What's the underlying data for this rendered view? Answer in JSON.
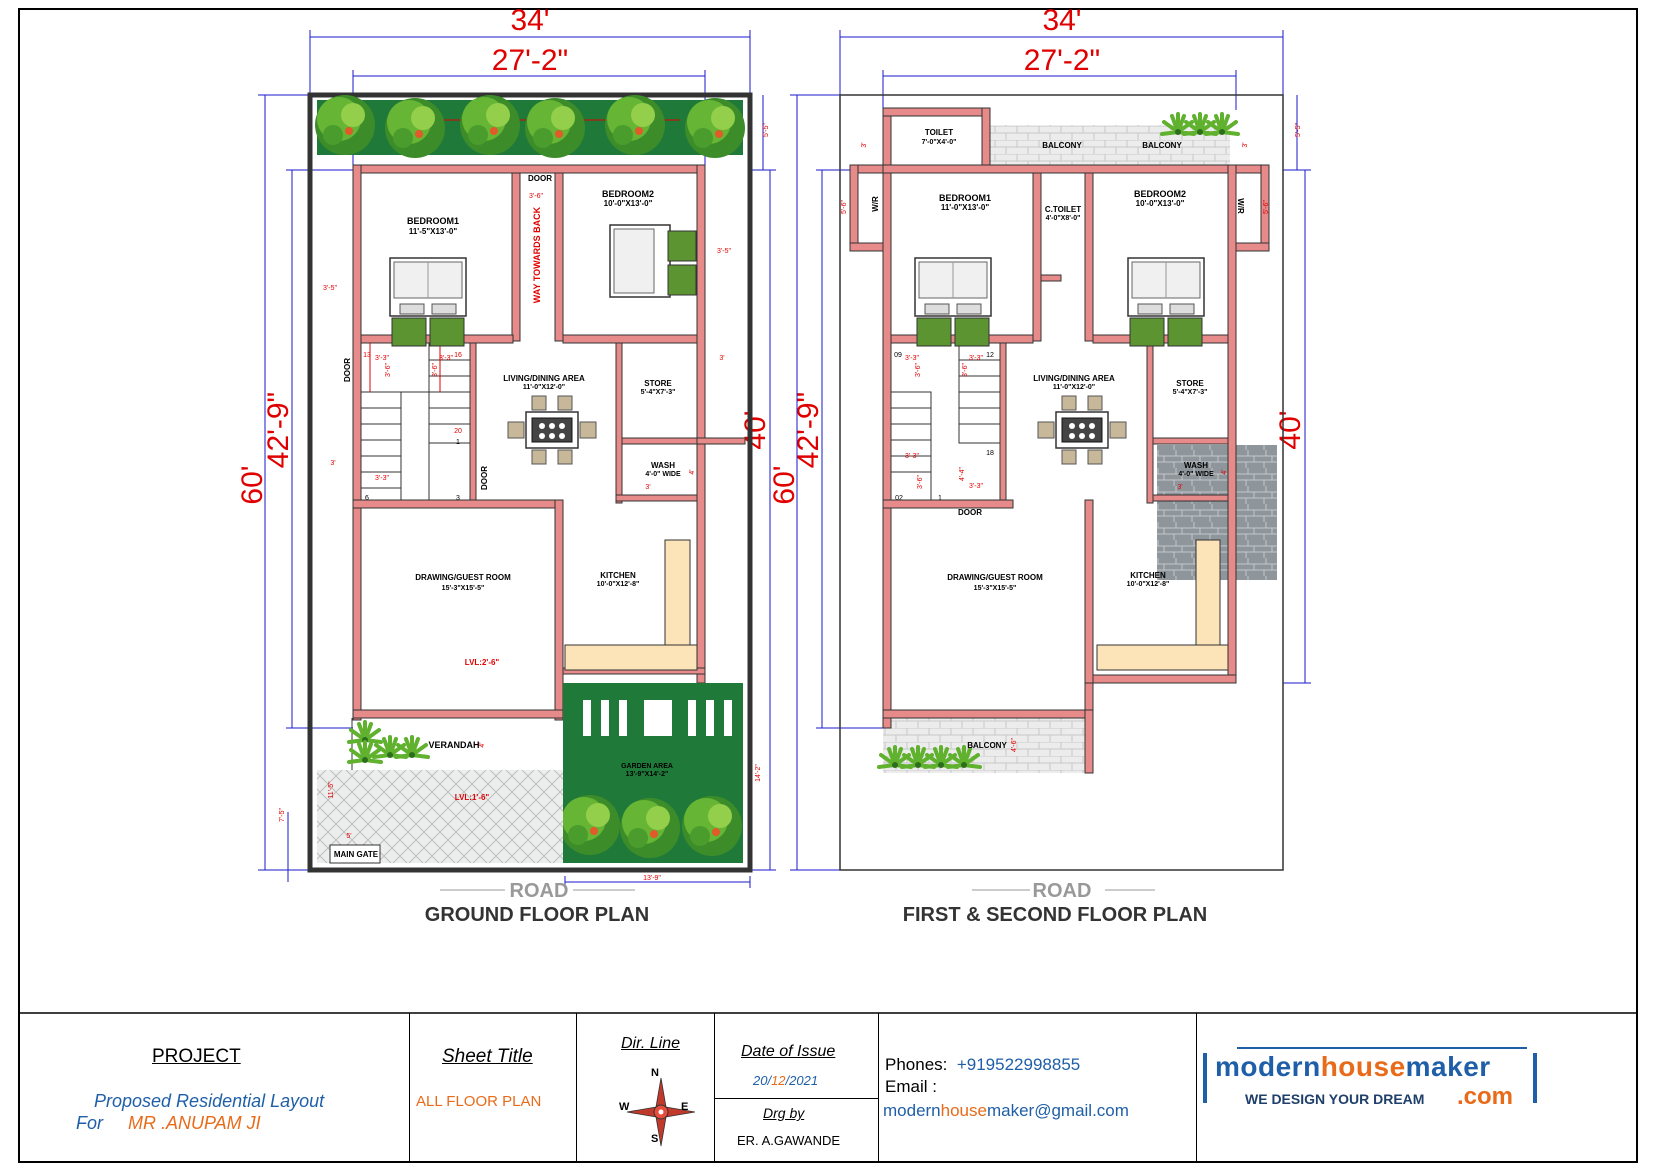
{
  "ground": {
    "dims": {
      "w_total": "34'",
      "w_inner": "27'-2\"",
      "h_total": "60'",
      "h_inner": "42'-9\"",
      "right_40": "40'"
    },
    "small_dims": {
      "d55": "5'-5\"",
      "d35a": "3'-5\"",
      "d35b": "3'-5\"",
      "d36": "3'-6\"",
      "d3a": "3'",
      "d3b": "3'",
      "d33a": "3'-3\"",
      "d33b": "3'-3\"",
      "d33c": "3'-3\"",
      "d36b": "3'-6\"",
      "d36c": "3'-6\"",
      "d4": "4'",
      "d3w": "3'",
      "d142": "14'-2\"",
      "d75": "7'-5\"",
      "d115": "11'-5\"",
      "d5": "5'",
      "d139": "13'-9\"",
      "d4v": "4'"
    },
    "rooms": {
      "bed1": {
        "name": "BEDROOM1",
        "size": "11'-5\"X13'-0\""
      },
      "bed2": {
        "name": "BEDROOM2",
        "size": "10'-0\"X13'-0\""
      },
      "living": {
        "name": "LIVING/DINING AREA",
        "size": "11'-0\"X12'-0\""
      },
      "store": {
        "name": "STORE",
        "size": "5'-4\"X7'-3\""
      },
      "wash": {
        "name": "WASH",
        "size": "4'-0\" WIDE"
      },
      "drawing": {
        "name": "DRAWING/GUEST ROOM",
        "size": "15'-3\"X15'-5\""
      },
      "kitchen": {
        "name": "KITCHEN",
        "size": "10'-0\"X12'-8\""
      },
      "garden": {
        "name": "GARDEN AREA",
        "size": "13'-9\"X14'-2\""
      }
    },
    "labels": {
      "door_top": "DOOR",
      "door_left": "DOOR",
      "door_stair": "DOOR",
      "way": "WAY TOWARDS BACK",
      "lvl1": "LVL:2'-6\"",
      "lvl2": "LVL:1'-6\"",
      "verandah": "VERANDAH",
      "main_gate": "MAIN GATE",
      "s13": "13",
      "s16": "16",
      "s20": "20",
      "s1": "1",
      "s6": "6",
      "s3": "3"
    },
    "road": "ROAD",
    "title": "GROUND FLOOR PLAN"
  },
  "first": {
    "dims": {
      "w_total": "34'",
      "w_inner": "27'-2\"",
      "h_total": "60'",
      "h_inner": "42'-9\"",
      "right_40": "40'"
    },
    "small_dims": {
      "d55": "5'-5\"",
      "d3a": "3'",
      "d3b": "3'",
      "d56a": "5'-6\"",
      "d56b": "5'-6\"",
      "d33a": "3'-3\"",
      "d33b": "3'-3\"",
      "d36a": "3'-6\"",
      "d36b": "3'-6\"",
      "d33c": "3'-3\"",
      "d44": "4'-4\"",
      "d33d": "3'-3\"",
      "d36c": "3'-6\"",
      "d4": "4'",
      "d3w": "3'",
      "d46": "4'-6\""
    },
    "rooms": {
      "toilet": {
        "name": "TOILET",
        "size": "7'-0\"X4'-0\""
      },
      "balcony1": {
        "name": "BALCONY"
      },
      "balcony2": {
        "name": "BALCONY"
      },
      "bed1": {
        "name": "BEDROOM1",
        "size": "11'-0\"X13'-0\""
      },
      "ctoilet": {
        "name": "C.TOILET",
        "size": "4'-0\"X8'-0\""
      },
      "bed2": {
        "name": "BEDROOM2",
        "size": "10'-0\"X13'-0\""
      },
      "wr1": {
        "name": "W/R"
      },
      "wr2": {
        "name": "W/R"
      },
      "living": {
        "name": "LIVING/DINING AREA",
        "size": "11'-0\"X12'-0\""
      },
      "store": {
        "name": "STORE",
        "size": "5'-4\"X7'-3\""
      },
      "wash": {
        "name": "WASH",
        "size": "4'-0\" WIDE"
      },
      "drawing": {
        "name": "DRAWING/GUEST ROOM",
        "size": "15'-3\"X15'-5\""
      },
      "kitchen": {
        "name": "KITCHEN",
        "size": "10'-0\"X12'-8\""
      },
      "balcony3": {
        "name": "BALCONY"
      }
    },
    "labels": {
      "door": "DOOR",
      "s09": "09",
      "s12": "12",
      "s18": "18",
      "s02": "02",
      "s1": "1"
    },
    "road": "ROAD",
    "title": "FIRST & SECOND FLOOR PLAN"
  },
  "title_block": {
    "project_label": "PROJECT",
    "project_line1": "Proposed Residential Layout",
    "project_for": "For",
    "project_client": "MR .ANUPAM JI",
    "sheet_title_label": "Sheet Title",
    "sheet_title_value": "ALL  FLOOR PLAN",
    "dir_line_label": "Dir. Line",
    "compass": {
      "n": "N",
      "s": "S",
      "e": "E",
      "w": "W"
    },
    "date_label": "Date of Issue",
    "date_day": "20/",
    "date_month": "12",
    "date_year": "/2021",
    "drg_by_label": "Drg by",
    "drg_by_value": "ER. A.GAWANDE",
    "phones_label": "Phones:",
    "phones_value": "+919522998855",
    "email_label": "Email :",
    "email_p1": "modern",
    "email_p2": "house",
    "email_p3": "maker@gmail.com",
    "logo_modern": "modern",
    "logo_house": "house",
    "logo_maker": "maker",
    "logo_tagline": "WE DESIGN YOUR DREAM",
    "logo_com": ".com"
  },
  "colors": {
    "wall": "#e68a8a",
    "dim_line": "#1a1acc",
    "dim_text_red": "#e00000",
    "green": "#1f7a3a",
    "orange": "#e86b1a",
    "blue_text": "#1f5fa8"
  }
}
